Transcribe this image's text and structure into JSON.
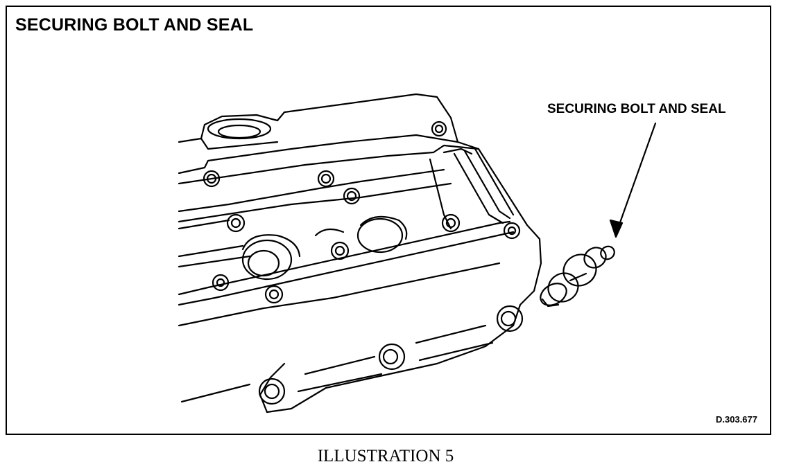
{
  "figure": {
    "title": "SECURING BOLT AND SEAL",
    "callout_label": "SECURING BOLT AND SEAL",
    "drawing_code": "D.303.677",
    "caption": "ILLUSTRATION 5"
  },
  "colors": {
    "line": "#000000",
    "background": "#ffffff"
  }
}
